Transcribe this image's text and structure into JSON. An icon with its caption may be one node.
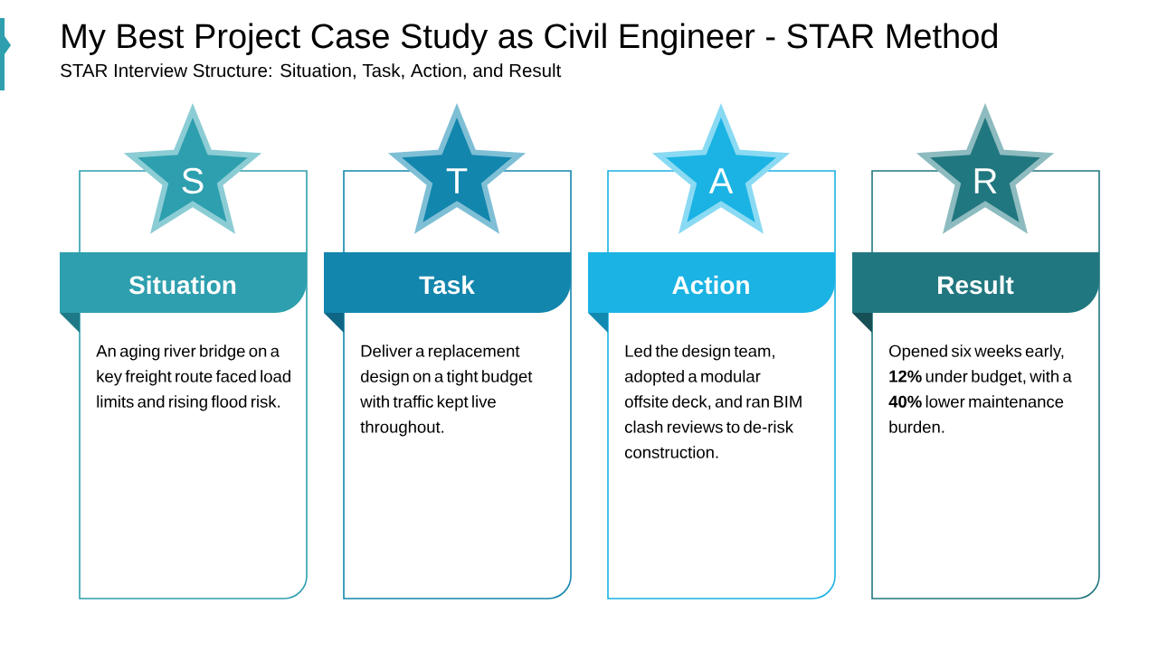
{
  "diagram": {
    "title": "My Best Project Case Study as Civil Engineer - STAR Method",
    "nodes": [
      {
        "text": [
          "S"
        ]
      },
      {
        "text": [
          "Situation"
        ]
      },
      {
        "text": [
          "An aging river bridge on a key freight route faced load limits and rising flood risk."
        ]
      },
      {
        "text": [
          "T"
        ]
      },
      {
        "text": [
          "Task"
        ]
      },
      {
        "text": [
          "Deliver a replacement design on a tight budget with traffic kept live throughout."
        ]
      },
      {
        "text": [
          "A"
        ]
      },
      {
        "text": [
          "Action"
        ]
      },
      {
        "text": [
          "Led the design team, adopted a modular offsite deck, and ran BIM clash reviews to de-risk construction."
        ]
      },
      {
        "text": [
          "R"
        ]
      },
      {
        "text": [
          "Result"
        ]
      },
      {
        "text": [
          "Opened six weeks early, **12%** under budget, with a **40%** lower maintenance burden."
        ]
      }
    ],
    "labels": [
      "STAR Interview Structure: Situation, Task, Action, and Result"
    ]
  }
}
